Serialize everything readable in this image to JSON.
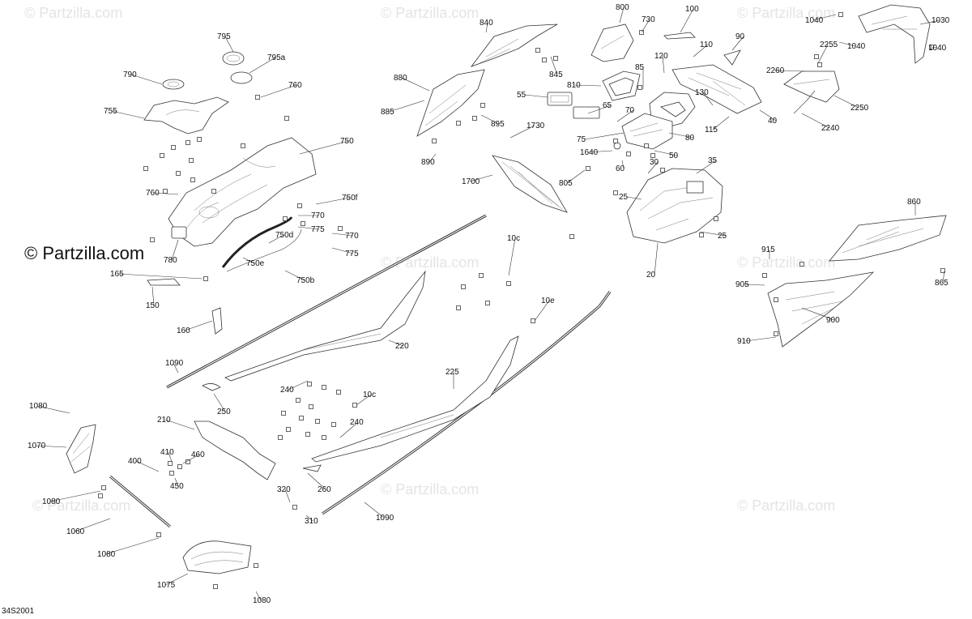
{
  "brand_mark": "© Partzilla.com",
  "watermark_text": "© Partzilla.com",
  "diagram_code": "34S2001",
  "callouts": [
    "795",
    "795a",
    "790",
    "760",
    "755",
    "750",
    "750f",
    "770",
    "775",
    "770",
    "775",
    "750d",
    "750e",
    "750b",
    "780",
    "165",
    "150",
    "160",
    "1090",
    "760",
    "880",
    "885",
    "840",
    "845",
    "800",
    "730",
    "100",
    "110",
    "90",
    "120",
    "85",
    "810",
    "55",
    "65",
    "70",
    "75",
    "895",
    "1730",
    "890",
    "1700",
    "1640",
    "60",
    "805",
    "30",
    "50",
    "80",
    "35",
    "25",
    "25",
    "20",
    "130",
    "115",
    "40",
    "1040",
    "1030",
    "1040",
    "2255",
    "2260",
    "2250",
    "2240",
    "1040",
    "860",
    "915",
    "905",
    "865",
    "900",
    "910",
    "10c",
    "10e",
    "220",
    "225",
    "240",
    "250",
    "10c",
    "240",
    "210",
    "400",
    "410",
    "460",
    "450",
    "1080",
    "1070",
    "1080",
    "1060",
    "1080",
    "1075",
    "1080",
    "320",
    "310",
    "260",
    "1090"
  ]
}
